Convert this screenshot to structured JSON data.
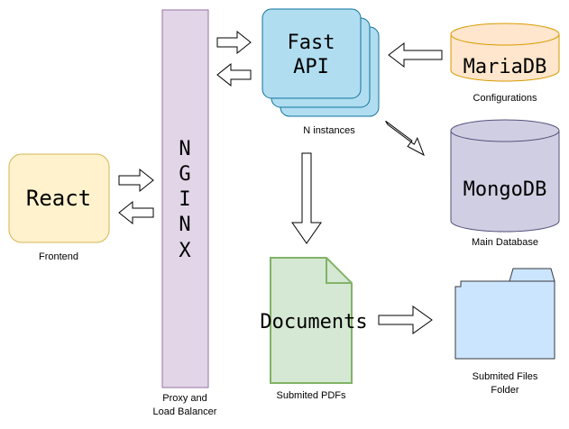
{
  "nodes": {
    "react": {
      "title": "React",
      "caption": "Frontend"
    },
    "nginx": {
      "letters": [
        "N",
        "G",
        "I",
        "N",
        "X"
      ],
      "caption_line1": "Proxy and",
      "caption_line2": "Load Balancer"
    },
    "fastapi": {
      "title_line1": "Fast",
      "title_line2": "API",
      "caption": "N instances"
    },
    "mariadb": {
      "title": "MariaDB",
      "caption": "Configurations"
    },
    "mongodb": {
      "title": "MongoDB",
      "caption": "Main Database"
    },
    "documents": {
      "title": "Documents",
      "caption": "Submited PDFs"
    },
    "folder": {
      "caption_line1": "Submited Files",
      "caption_line2": "Folder"
    }
  },
  "colors": {
    "react_fill": "#fff2cc",
    "react_stroke": "#d6b656",
    "nginx_fill": "#e1d5e7",
    "nginx_stroke": "#9673a6",
    "fastapi_fill": "#b1ddf0",
    "fastapi_stroke": "#10739e",
    "mariadb_fill": "#ffe6cc",
    "mariadb_stroke": "#d79b00",
    "mongodb_fill": "#d0cee2",
    "mongodb_stroke": "#56517e",
    "documents_fill": "#d5e8d4",
    "documents_stroke": "#82b366",
    "folder_fill": "#cce5ff",
    "folder_stroke": "#36393d"
  }
}
